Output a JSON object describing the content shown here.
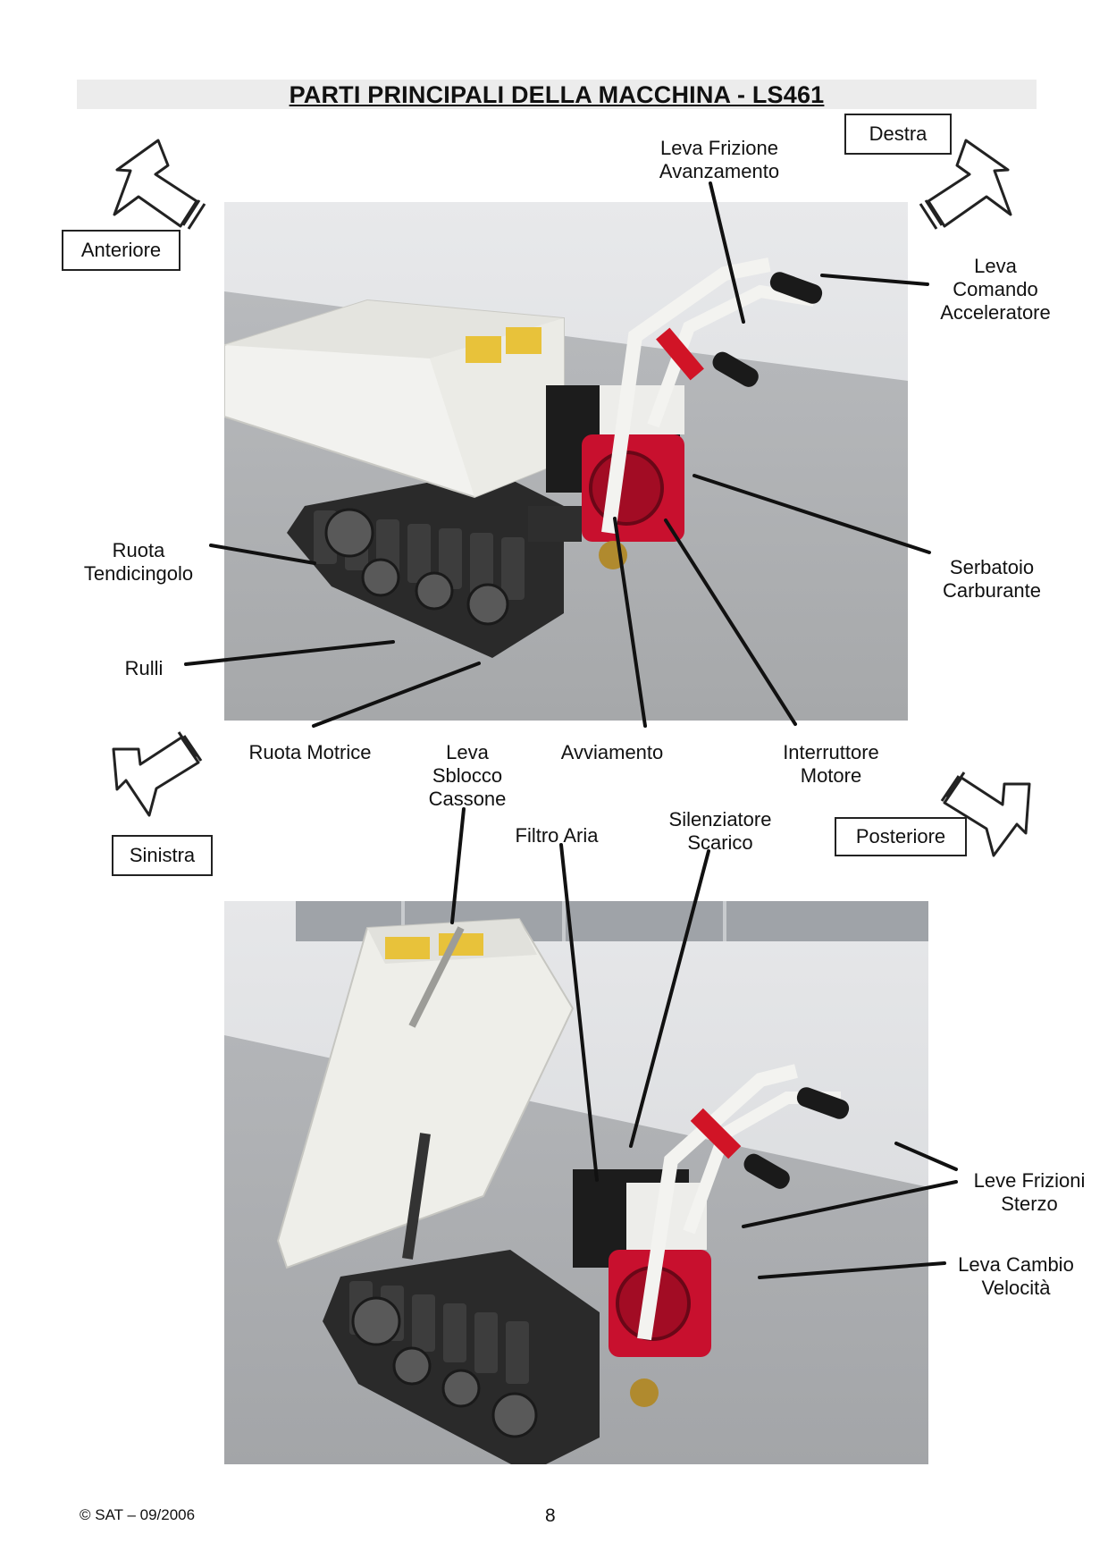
{
  "title": "PARTI PRINCIPALI DELLA MACCHINA - LS461",
  "directions": {
    "anteriore": "Anteriore",
    "destra": "Destra",
    "sinistra": "Sinistra",
    "posteriore": "Posteriore"
  },
  "labels": {
    "leva_frizione_avanzamento": [
      "Leva Frizione",
      "Avanzamento"
    ],
    "leva_comando_acceleratore": [
      "Leva",
      "Comando",
      "Acceleratore"
    ],
    "ruota_tendicingolo": [
      "Ruota",
      "Tendicingolo"
    ],
    "serbatoio_carburante": [
      "Serbatoio",
      "Carburante"
    ],
    "rulli": "Rulli",
    "ruota_motrice": "Ruota Motrice",
    "leva_sblocco_cassone": [
      "Leva",
      "Sblocco",
      "Cassone"
    ],
    "avviamento": "Avviamento",
    "interruttore_motore": [
      "Interruttore",
      "Motore"
    ],
    "filtro_aria": "Filtro Aria",
    "silenziatore_scarico": [
      "Silenziatore",
      "Scarico"
    ],
    "leve_frizioni_sterzo": [
      "Leve Frizioni",
      "Sterzo"
    ],
    "leva_cambio_velocita": [
      "Leva Cambio",
      "Velocità"
    ]
  },
  "footer": {
    "copyright": "© SAT – 09/2006",
    "page_number": "8"
  }
}
